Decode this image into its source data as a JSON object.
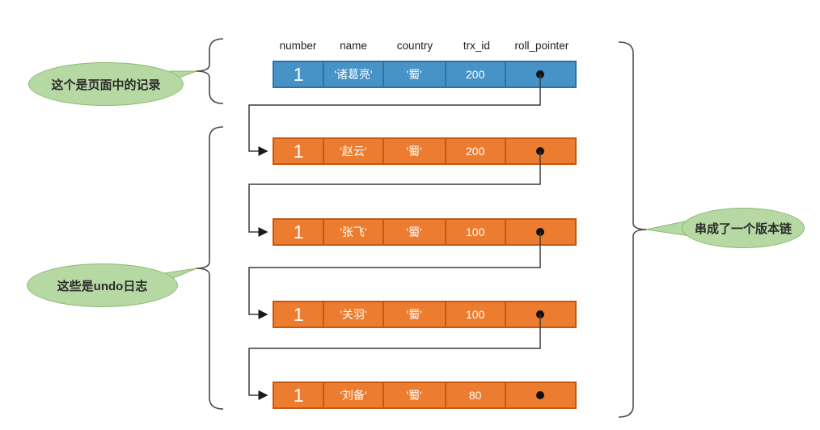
{
  "columns": [
    "number",
    "name",
    "country",
    "trx_id",
    "roll_pointer"
  ],
  "page_record": {
    "number": "1",
    "name": "'诸葛亮'",
    "country": "'蜀'",
    "trx_id": "200",
    "roll_pointer_icon": "black-dot"
  },
  "undo_logs": [
    {
      "number": "1",
      "name": "'赵云'",
      "country": "'蜀'",
      "trx_id": "200",
      "roll_pointer_icon": "black-dot"
    },
    {
      "number": "1",
      "name": "'张飞'",
      "country": "'蜀'",
      "trx_id": "100",
      "roll_pointer_icon": "black-dot"
    },
    {
      "number": "1",
      "name": "'关羽'",
      "country": "'蜀'",
      "trx_id": "100",
      "roll_pointer_icon": "black-dot"
    },
    {
      "number": "1",
      "name": "'刘备'",
      "country": "'蜀'",
      "trx_id": "80",
      "roll_pointer_icon": "black-dot"
    }
  ],
  "callouts": {
    "page_record": "这个是页面中的记录",
    "undo_logs": "这些是undo日志",
    "version_chain": "串成了一个版本链"
  },
  "colors": {
    "page_record_fill": "#4792C6",
    "page_record_border": "#2D73A6",
    "undo_fill": "#EC7C2F",
    "undo_border": "#C45911",
    "callout_fill": "#B6D9A3",
    "callout_border": "#8ABB72",
    "connector": "#3C3C3C"
  }
}
